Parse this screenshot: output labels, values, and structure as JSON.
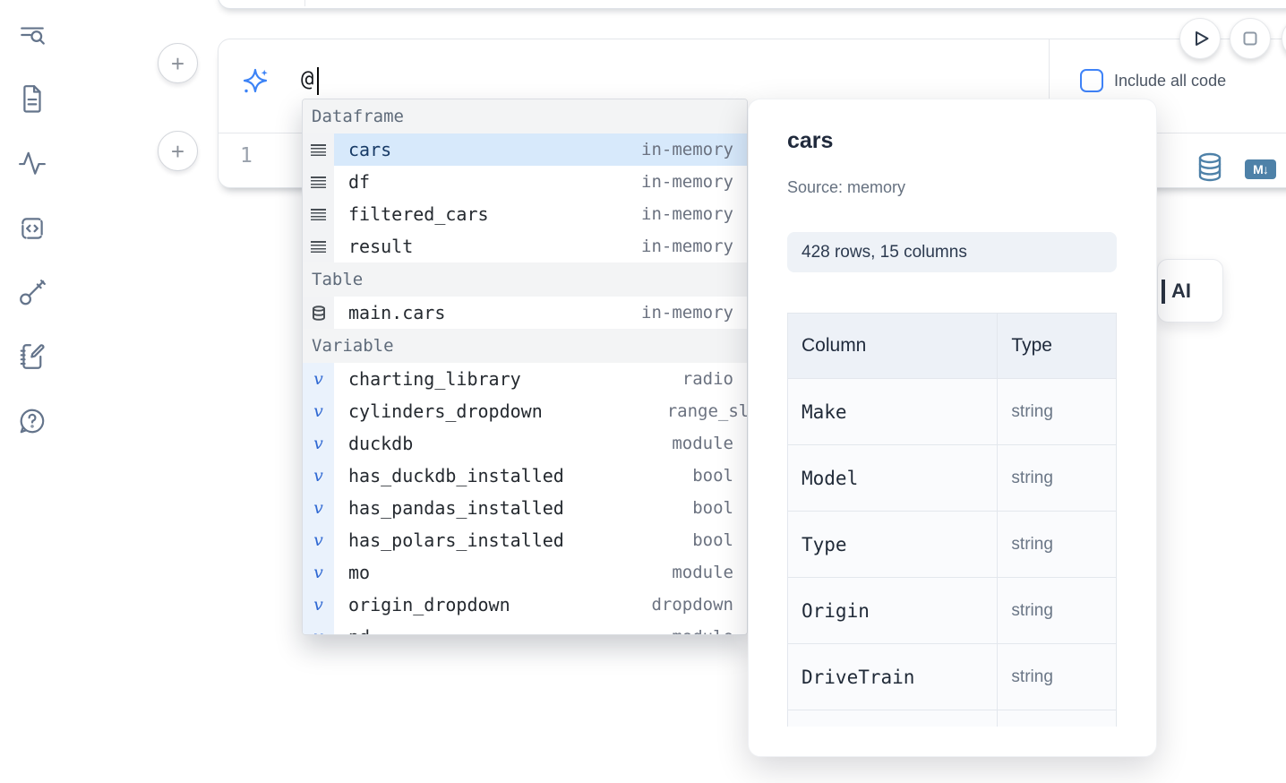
{
  "sidebar": {
    "icons": [
      "list-search-icon",
      "file-text-icon",
      "activity-icon",
      "code-square-icon",
      "key-icon",
      "notebook-pen-icon",
      "help-chat-icon"
    ]
  },
  "cell": {
    "add_button_label": "+",
    "prompt": {
      "value": "@",
      "icon": "sparkles-ai-icon"
    },
    "controls": {
      "include_all_code_label": "Include all code",
      "checkbox_checked": false
    },
    "editor": {
      "line_number": "1"
    },
    "output_buttons": {
      "database_icon": "database-icon",
      "markdown_badge": "M↓"
    },
    "run_buttons": {
      "play_icon": "play-icon",
      "stop_icon": "stop-icon"
    }
  },
  "autocomplete": {
    "sections": [
      {
        "label": "Dataframe",
        "kind": "dataframe",
        "icon": "menu-lines-icon",
        "items": [
          {
            "name": "cars",
            "detail": "in-memory",
            "selected": true
          },
          {
            "name": "df",
            "detail": "in-memory"
          },
          {
            "name": "filtered_cars",
            "detail": "in-memory"
          },
          {
            "name": "result",
            "detail": "in-memory"
          }
        ]
      },
      {
        "label": "Table",
        "kind": "table",
        "icon": "database-icon",
        "items": [
          {
            "name": "main.cars",
            "detail": "in-memory"
          }
        ]
      },
      {
        "label": "Variable",
        "kind": "variable",
        "icon": "variable-v-icon",
        "items": [
          {
            "name": "charting_library",
            "detail": "radio"
          },
          {
            "name": "cylinders_dropdown",
            "detail": "range_slider",
            "clipped_detail": true
          },
          {
            "name": "duckdb",
            "detail": "module"
          },
          {
            "name": "has_duckdb_installed",
            "detail": "bool"
          },
          {
            "name": "has_pandas_installed",
            "detail": "bool"
          },
          {
            "name": "has_polars_installed",
            "detail": "bool"
          },
          {
            "name": "mo",
            "detail": "module"
          },
          {
            "name": "origin_dropdown",
            "detail": "dropdown"
          },
          {
            "name": "pd",
            "detail": "module",
            "partial": true
          }
        ]
      }
    ]
  },
  "preview_panel": {
    "title": "cars",
    "source": "Source: memory",
    "shape": "428 rows, 15 columns",
    "table": {
      "headers": [
        "Column",
        "Type"
      ],
      "rows": [
        [
          "Make",
          "string"
        ],
        [
          "Model",
          "string"
        ],
        [
          "Type",
          "string"
        ],
        [
          "Origin",
          "string"
        ],
        [
          "DriveTrain",
          "string"
        ]
      ]
    }
  },
  "ai_button": {
    "label": "AI"
  },
  "colors": {
    "accent_blue": "#3f83f8",
    "sparkle_blue": "#3b82f6",
    "steel_blue": "#4e81a8",
    "selected_row_bg": "#d7e9fb",
    "selected_row_text": "#173a66",
    "section_header_bg": "#f3f4f5",
    "panel_pill_bg": "#eef2f7",
    "icon_slate": "#64748b"
  }
}
